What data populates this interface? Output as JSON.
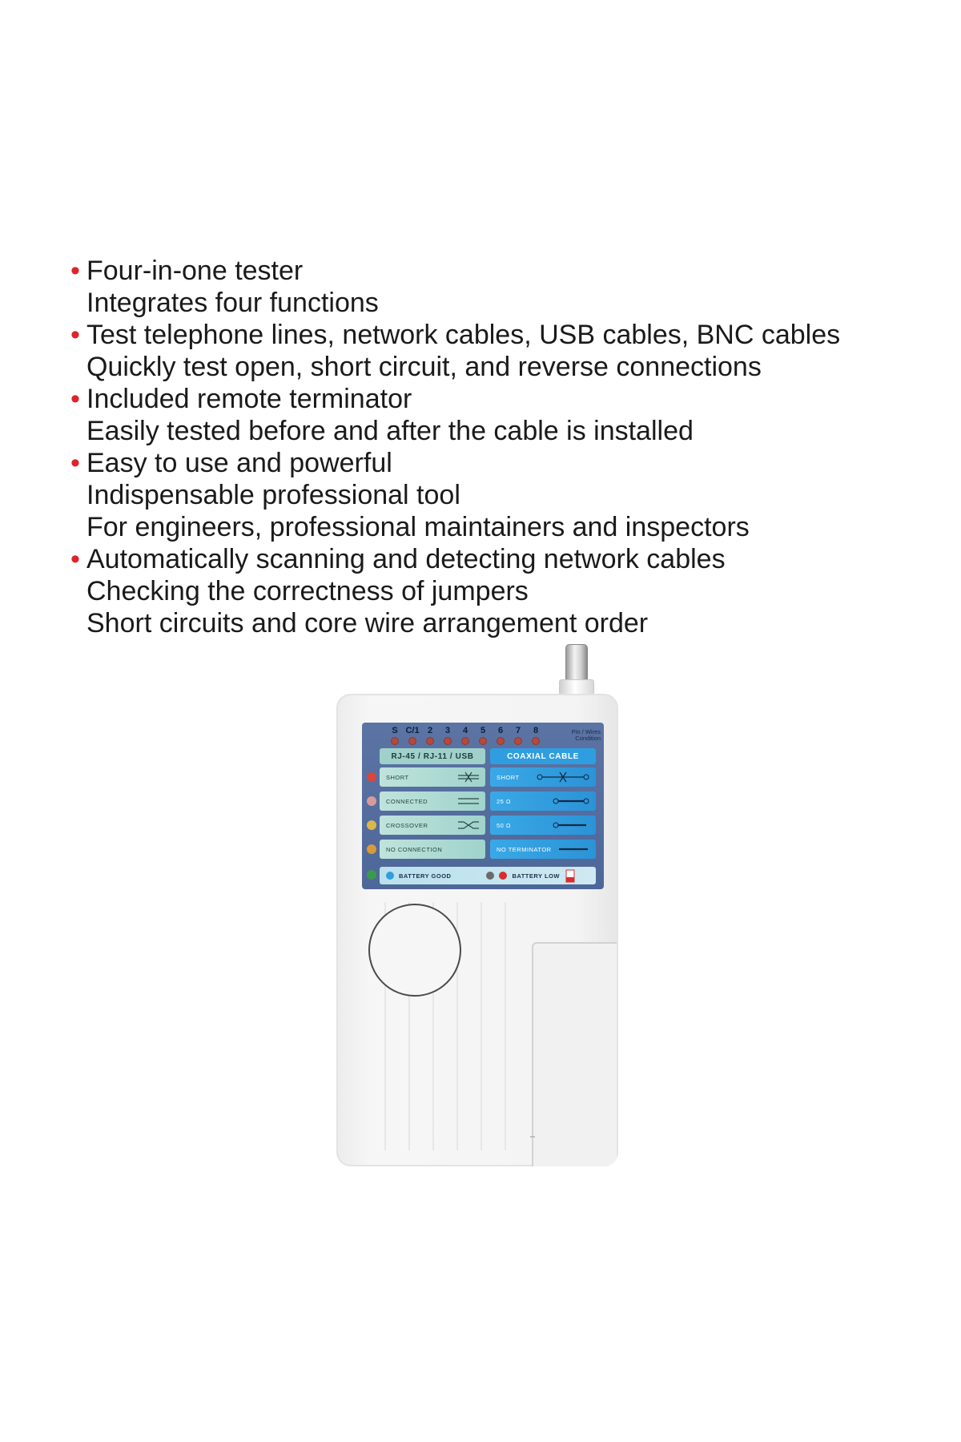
{
  "features": [
    {
      "bullet": true,
      "text": "Four-in-one tester"
    },
    {
      "bullet": false,
      "text": "Integrates four functions"
    },
    {
      "bullet": true,
      "text": "Test telephone lines, network cables, USB cables, BNC cables"
    },
    {
      "bullet": false,
      "text": "Quickly test open, short circuit, and reverse connections"
    },
    {
      "bullet": true,
      "text": "Included remote terminator"
    },
    {
      "bullet": false,
      "text": "Easily tested before and after the cable is installed"
    },
    {
      "bullet": true,
      "text": "Easy to use and powerful"
    },
    {
      "bullet": false,
      "text": "Indispensable professional tool"
    },
    {
      "bullet": false,
      "text": "For engineers, professional maintainers and inspectors"
    },
    {
      "bullet": true,
      "text": "Automatically scanning and detecting network cables"
    },
    {
      "bullet": false,
      "text": "Checking the correctness of jumpers"
    },
    {
      "bullet": false,
      "text": "Short circuits and core wire arrangement order"
    }
  ],
  "bullet_symbol": "•",
  "bullet_color": "#e0232a",
  "device": {
    "pins": [
      "S",
      "C/1",
      "2",
      "3",
      "4",
      "5",
      "6",
      "7",
      "8"
    ],
    "pin_condition_label": [
      "Pin / Wires",
      "Condition"
    ],
    "left_header": "RJ-45 / RJ-11 / USB",
    "right_header": "COAXIAL CABLE",
    "rows": [
      {
        "left": "SHORT",
        "right": "SHORT",
        "led_color": "#d9463c"
      },
      {
        "left": "CONNECTED",
        "right": "25 Ω",
        "led_color": "#d99a9a"
      },
      {
        "left": "CROSSOVER",
        "right": "50 Ω",
        "led_color": "#d8b84a"
      },
      {
        "left": "NO CONNECTION",
        "right": "NO TERMINATOR",
        "led_color": "#d99a3a"
      }
    ],
    "battery_good": "BATTERY GOOD",
    "battery_low": "BATTERY LOW",
    "battery_led_color": "#3a9a4a",
    "colors": {
      "panel": "#5b74a4",
      "left_cell": "#9fd3cb",
      "right_cell": "#2b93d6"
    }
  }
}
